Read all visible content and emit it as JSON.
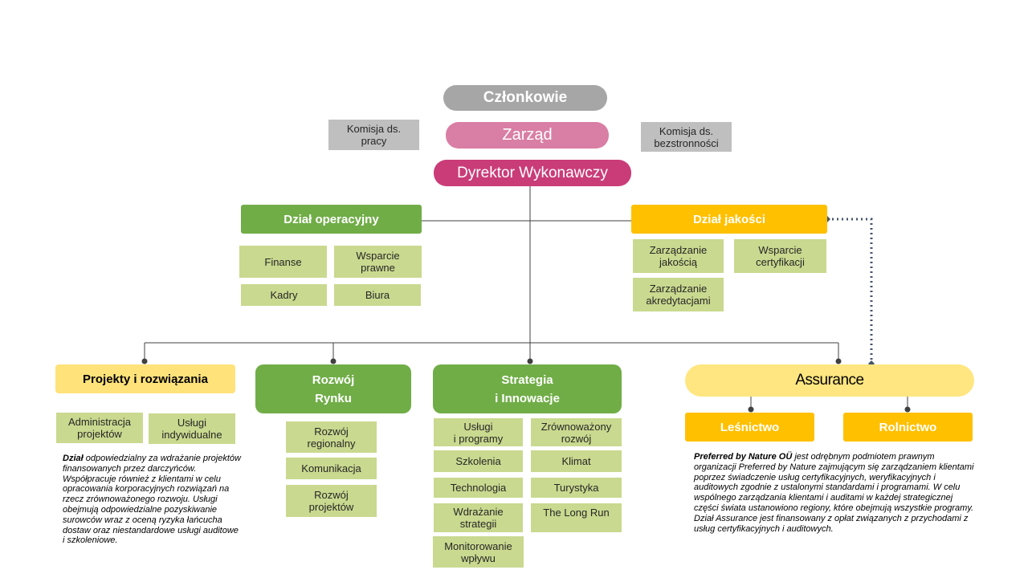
{
  "top": {
    "members": "Członkowie",
    "board": "Zarząd",
    "director": "Dyrektor Wykonawczy",
    "committee_work": "Komisja ds.\npracy",
    "committee_impartiality": "Komisja ds.\nbezstronności"
  },
  "operations": {
    "title": "Dział operacyjny",
    "units": [
      "Finanse",
      "Wsparcie\nprawne",
      "Kadry",
      "Biura"
    ]
  },
  "quality": {
    "title": "Dział jakości",
    "units": [
      "Zarządzanie\njakością",
      "Wsparcie\ncertyfikacji",
      "Zarządzanie\nakredytacjami"
    ]
  },
  "projects": {
    "title": "Projekty i rozwiązania",
    "units": [
      "Administracja\nprojektów",
      "Usługi\nindywidualne"
    ],
    "description_lead": "Dział",
    "description": " odpowiedzialny za wdrażanie projektów finansowanych przez darczyńców. Współpracuje również z klientami w celu opracowania korporacyjnych rozwiązań na rzecz zrównoważonego rozwoju. Usługi obejmują odpowiedzialne pozyskiwanie surowców wraz z oceną ryzyka łańcucha dostaw oraz niestandardowe usługi auditowe i szkoleniowe."
  },
  "market": {
    "title": "Rozwój\nRynku",
    "units": [
      "Rozwój\nregionalny",
      "Komunikacja",
      "Rozwój\nprojektów"
    ]
  },
  "strategy": {
    "title": "Strategia\ni Innowacje",
    "units_left": [
      "Usługi\ni programy",
      "Szkolenia",
      "Technologia",
      "Wdrażanie\nstrategii",
      "Monitorowanie\nwpływu"
    ],
    "units_right": [
      "Zrównoważony\nrozwój",
      "Klimat",
      "Turystyka",
      "The Long Run"
    ]
  },
  "assurance": {
    "title": "Assurance",
    "units": [
      "Leśnictwo",
      "Rolnictwo"
    ],
    "description_lead": "Preferred by Nature OÜ",
    "description": " jest odrębnym podmiotem prawnym organizacji Preferred by Nature zajmującym się zarządzaniem klientami poprzez świadczenie usług certyfikacyjnych, weryfikacyjnych i auditowych zgodnie z ustalonymi standardami i programami. W celu wspólnego zarządzania klientami i auditami w każdej strategicznej części świata ustanowiono regiony, które obejmują wszystkie programy. Dział Assurance jest finansowany z opłat związanych z przychodami z usług certyfikacyjnych i auditowych."
  },
  "colors": {
    "grey": "#a6a6a6",
    "pink": "#d97ea4",
    "magenta": "#c93c78",
    "green": "#70ad47",
    "light_green": "#c9d98f",
    "amber": "#ffc000",
    "light_yellow": "#ffe680",
    "connector": "#404040",
    "dotted": "#44546a"
  }
}
